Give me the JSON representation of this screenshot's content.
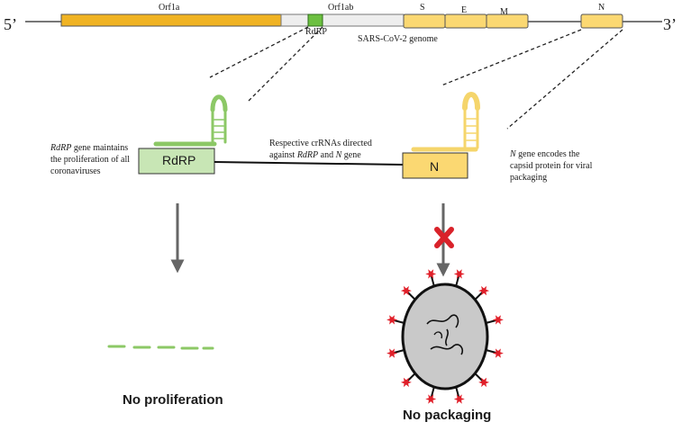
{
  "genome": {
    "five_prime": "5’",
    "three_prime": "3’",
    "caption": "SARS-CoV-2 genome",
    "segments": [
      {
        "key": "orf1a",
        "label": "Orf1a",
        "color": "#f0b323"
      },
      {
        "key": "rdrp",
        "label": "RdRP",
        "color": "#6cc040"
      },
      {
        "key": "orf1ab",
        "label": "Orf1ab",
        "color": "#eeeeee"
      },
      {
        "key": "s",
        "label": "S",
        "color": "#fbd872"
      },
      {
        "key": "e",
        "label": "E",
        "color": "#fbd872"
      },
      {
        "key": "m",
        "label": "M",
        "color": "#fbd872"
      },
      {
        "key": "n",
        "label": "N",
        "color": "#fbd872"
      }
    ]
  },
  "rdrp_side": {
    "box_label": "RdRP",
    "box_color": "#c8e6b5",
    "crrna_color": "#8cc866",
    "note_parts": [
      "RdRP",
      " gene maintains the proliferation of all coronaviruses"
    ],
    "result": "No proliferation"
  },
  "center_note": {
    "line1": "Respective crRNAs directed",
    "line2_parts": [
      "against ",
      "RdRP",
      " and ",
      "N",
      " gene"
    ]
  },
  "n_side": {
    "box_label": "N",
    "box_color": "#fbd872",
    "crrna_color": "#f5d56b",
    "note_parts": [
      "N",
      " gene  encodes the capsid protein for viral packaging"
    ],
    "blocked_color": "#d9222a",
    "result": "No packaging"
  },
  "virus": {
    "body_color": "#c9c9c9",
    "spike_color": "#e0202a"
  }
}
